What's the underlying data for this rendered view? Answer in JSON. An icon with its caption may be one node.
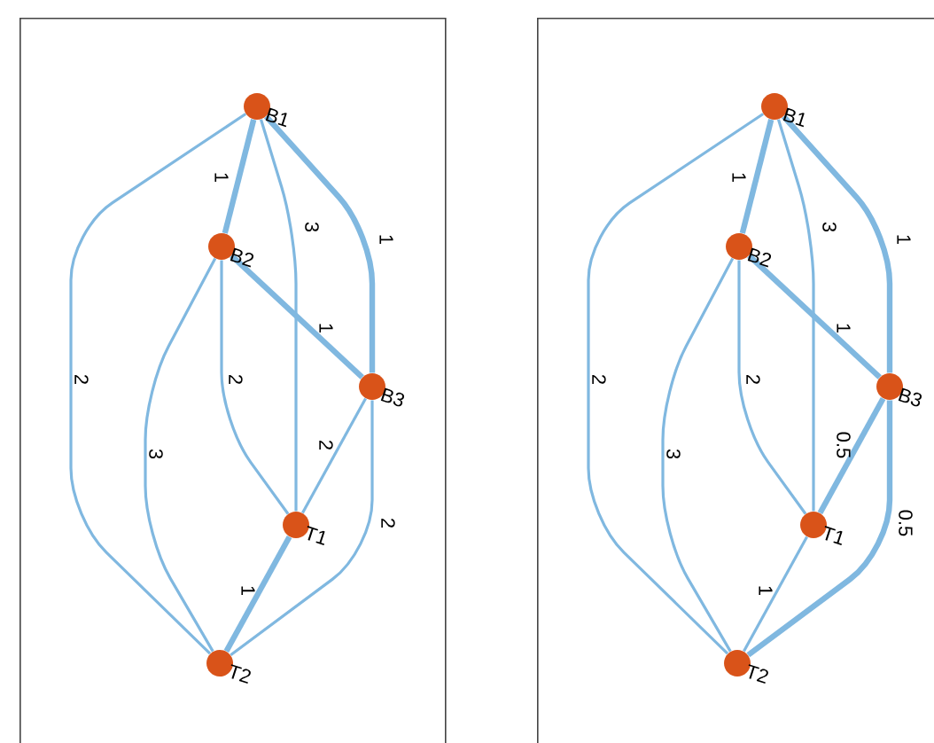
{
  "diagram": {
    "nodes": [
      {
        "text": [],
        "shape": "box"
      },
      {
        "text": [],
        "shape": "circle",
        "beside": [
          "B1"
        ],
        "in": 0
      },
      {
        "text": [],
        "shape": "circle",
        "beside": [
          "B2"
        ],
        "in": 0
      },
      {
        "text": [],
        "shape": "circle",
        "beside": [
          "B3"
        ],
        "in": 0
      },
      {
        "text": [],
        "shape": "circle",
        "beside": [
          "T1"
        ],
        "in": 0
      },
      {
        "text": [],
        "shape": "circle",
        "beside": [
          "T2"
        ],
        "in": 0
      },
      {
        "text": [],
        "shape": "box"
      },
      {
        "text": [],
        "shape": "circle",
        "beside": [
          "B1"
        ],
        "in": 6
      },
      {
        "text": [],
        "shape": "circle",
        "beside": [
          "B2"
        ],
        "in": 6
      },
      {
        "text": [],
        "shape": "circle",
        "beside": [
          "B3"
        ],
        "in": 6
      },
      {
        "text": [],
        "shape": "circle",
        "beside": [
          "T1"
        ],
        "in": 6
      },
      {
        "text": [],
        "shape": "circle",
        "beside": [
          "T2"
        ],
        "in": 6
      }
    ],
    "edges": [
      {
        "from": 1,
        "to": 2,
        "arrow": "none",
        "label": "1",
        "style": "thick"
      },
      {
        "from": 1,
        "to": 4,
        "arrow": "none",
        "label": "3"
      },
      {
        "from": 1,
        "to": 3,
        "arrow": "none",
        "label": "1",
        "style": "thick"
      },
      {
        "from": 1,
        "to": 5,
        "arrow": "none",
        "label": "2"
      },
      {
        "from": 2,
        "to": 3,
        "arrow": "none",
        "label": "1",
        "style": "thick"
      },
      {
        "from": 2,
        "to": 4,
        "arrow": "none",
        "label": "2"
      },
      {
        "from": 2,
        "to": 5,
        "arrow": "none",
        "label": "3"
      },
      {
        "from": 3,
        "to": 4,
        "arrow": "none",
        "label": "2"
      },
      {
        "from": 3,
        "to": 5,
        "arrow": "none",
        "label": "2"
      },
      {
        "from": 4,
        "to": 5,
        "arrow": "none",
        "label": "1",
        "style": "thick"
      },
      {
        "from": 7,
        "to": 8,
        "arrow": "none",
        "label": "1",
        "style": "thick"
      },
      {
        "from": 7,
        "to": 10,
        "arrow": "none",
        "label": "3"
      },
      {
        "from": 7,
        "to": 9,
        "arrow": "none",
        "label": "1",
        "style": "thick"
      },
      {
        "from": 7,
        "to": 11,
        "arrow": "none",
        "label": "2"
      },
      {
        "from": 8,
        "to": 9,
        "arrow": "none",
        "label": "1",
        "style": "thick"
      },
      {
        "from": 8,
        "to": 10,
        "arrow": "none",
        "label": "2"
      },
      {
        "from": 8,
        "to": 11,
        "arrow": "none",
        "label": "3"
      },
      {
        "from": 9,
        "to": 10,
        "arrow": "none",
        "label": "0.5",
        "style": "thick"
      },
      {
        "from": 9,
        "to": 11,
        "arrow": "none",
        "label": "0.5",
        "style": "thick"
      },
      {
        "from": 10,
        "to": 11,
        "arrow": "none",
        "label": "1"
      }
    ]
  }
}
